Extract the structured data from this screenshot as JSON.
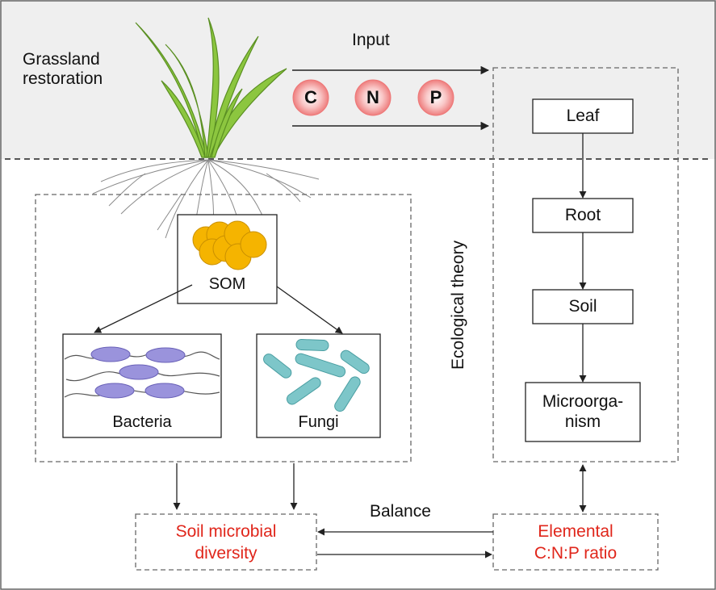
{
  "figure": {
    "top_left_label": "Grassland\nrestoration",
    "input_label": "Input",
    "elements": [
      "C",
      "N",
      "P"
    ],
    "chain": [
      "Leaf",
      "Root",
      "Soil",
      "Microorga-\nnism"
    ],
    "som_label": "SOM",
    "bacteria_label": "Bacteria",
    "fungi_label": "Fungi",
    "ecological_theory_label": "Ecological theory",
    "balance_label": "Balance",
    "soil_diversity_label": "Soil microbial\ndiversity",
    "elemental_ratio_label": "Elemental\nC:N:P ratio",
    "colors": {
      "upper_background": "#efefef",
      "lower_background": "#ffffff",
      "highlight_text": "#e0261b",
      "som": "#f5b400",
      "bacteria": "#9a93dc",
      "fungi": "#7dc6c9",
      "element_ball": "#f08c8c",
      "grass": "#8cc63f"
    }
  }
}
